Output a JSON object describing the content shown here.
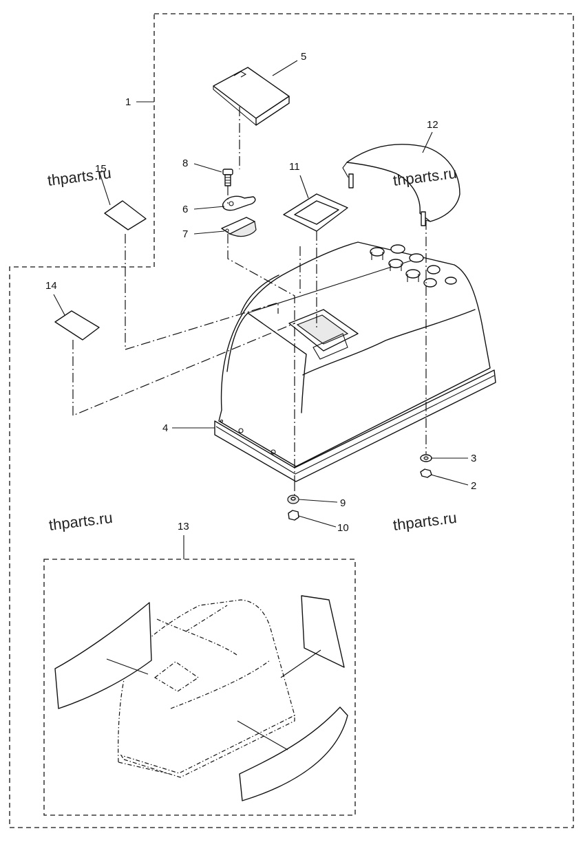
{
  "callouts": {
    "c1": "1",
    "c2": "2",
    "c3": "3",
    "c4": "4",
    "c5": "5",
    "c6": "6",
    "c7": "7",
    "c8": "8",
    "c9": "9",
    "c10": "10",
    "c11": "11",
    "c12": "12",
    "c13": "13",
    "c14": "14",
    "c15": "15"
  },
  "watermarks": {
    "w1": "thparts.ru",
    "w2": "thparts.ru",
    "w3": "thparts.ru",
    "w4": "thparts.ru"
  }
}
